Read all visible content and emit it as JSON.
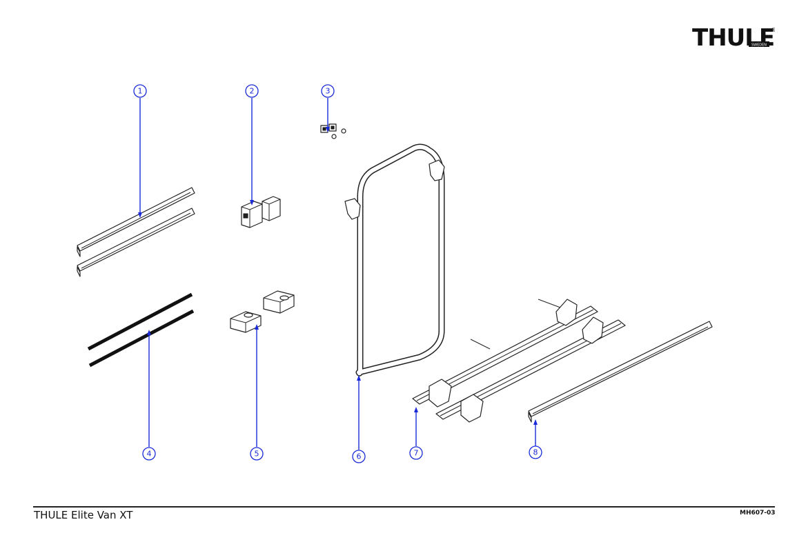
{
  "brand": {
    "name": "THULE",
    "tagline": "SWEDEN",
    "mark": "®"
  },
  "footer": {
    "title": "THULE Elite Van XT",
    "code": "MH607-03"
  },
  "callouts": [
    {
      "id": "c1",
      "label": "1"
    },
    {
      "id": "c2",
      "label": "2"
    },
    {
      "id": "c3",
      "label": "3"
    },
    {
      "id": "c4",
      "label": "4"
    },
    {
      "id": "c5",
      "label": "5"
    },
    {
      "id": "c6",
      "label": "6"
    },
    {
      "id": "c7",
      "label": "7"
    },
    {
      "id": "c8",
      "label": "8"
    }
  ],
  "colors": {
    "callout": "#1a2ad8",
    "line": "#222222"
  }
}
